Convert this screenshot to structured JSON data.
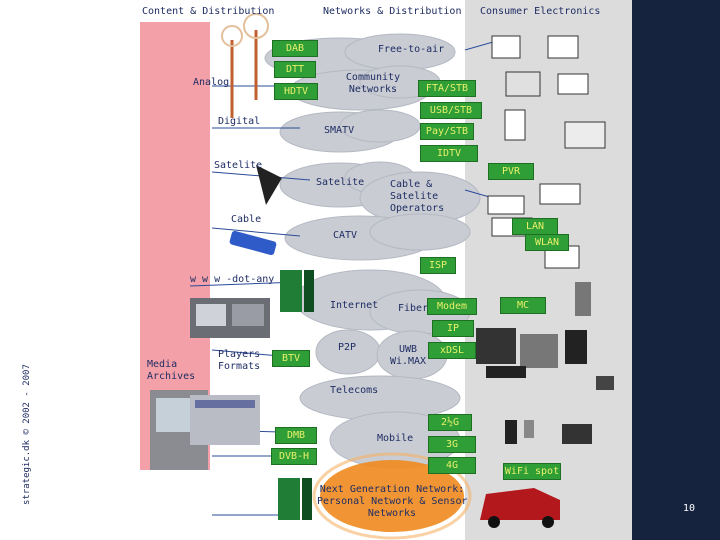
{
  "headers": {
    "content": "Content & Distribution",
    "networks": "Networks & Distribution",
    "consumer": "Consumer Electronics"
  },
  "labels": {
    "analog": "Analog",
    "digital": "Digital",
    "satelite_left": "Satelite",
    "cable": "Cable",
    "www": "w w w -dot-any",
    "media_archives_1": "Media",
    "media_archives_2": "Archives",
    "players_formats_1": "Players",
    "players_formats_2": "Formats",
    "free_to_air": "Free-to-air",
    "community_1": "Community",
    "community_2": "Networks",
    "smatv": "SMATV",
    "satelite_cloud": "Satelite",
    "cable_sat_1": "Cable &",
    "cable_sat_2": "Satelite",
    "cable_sat_3": "Operators",
    "catv": "CATV",
    "internet": "Internet",
    "fiber": "Fiber",
    "p2p": "P2P",
    "uwb_1": "UWB",
    "uwb_2": "Wi.MAX",
    "telecoms": "Telecoms",
    "mobile": "Mobile",
    "ngn_1": "Next Generation Network:",
    "ngn_2": "Personal Network & Sensor",
    "ngn_3": "Networks",
    "copyright": "strategic.dk © 2002 - 2007",
    "page_number": "10"
  },
  "boxes": {
    "dab": "DAB",
    "dtt": "DTT",
    "hdtv": "HDTV",
    "fta_stb": "FTA/STB",
    "usb_stb": "USB/STB",
    "pay_stb": "Pay/STB",
    "idtv": "IDTV",
    "pvr": "PVR",
    "lan": "LAN",
    "wlan": "WLAN",
    "isp": "ISP",
    "modem": "Modem",
    "mc": "MC",
    "ip": "IP",
    "btv": "BTV",
    "xdsl": "xDSL",
    "g25": "2½G",
    "g3": "3G",
    "g4": "4G",
    "dmb": "DMB",
    "dvbh": "DVB-H",
    "wifi": "WiFi spot"
  },
  "colors": {
    "background": "#15233f",
    "box_green": "#2f9e37",
    "box_text": "#e8f16a",
    "pink_band": "#f4a0a8",
    "cloud": "#c9ccd3",
    "ngn_orange": "#f08a1e",
    "text_navy": "#1f2d63"
  }
}
